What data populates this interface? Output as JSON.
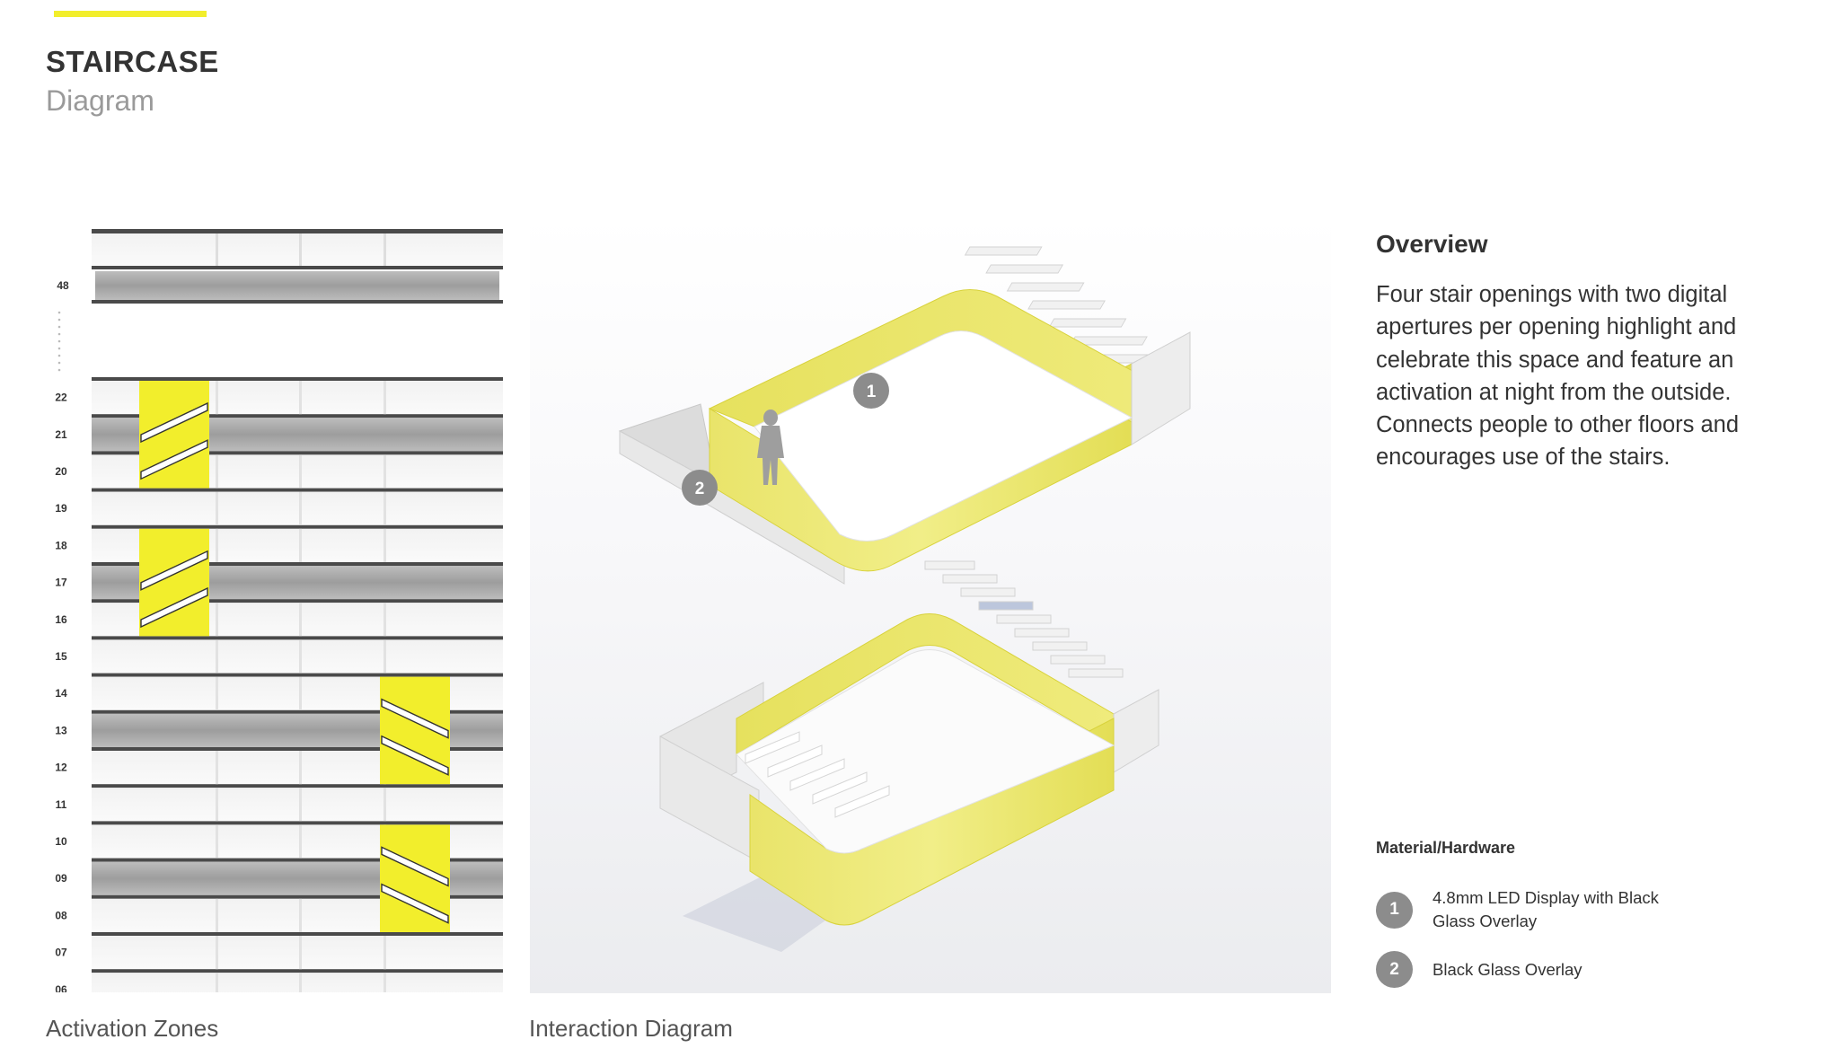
{
  "header": {
    "title": "STAIRCASE",
    "subtitle": "Diagram"
  },
  "elevation": {
    "caption": "Activation Zones",
    "top_floor": "48",
    "floors": [
      "22",
      "21",
      "20",
      "19",
      "18",
      "17",
      "16",
      "15",
      "14",
      "13",
      "12",
      "11",
      "10",
      "09",
      "08",
      "07",
      "06"
    ],
    "highlight_color": "#f2ee2c"
  },
  "interaction": {
    "caption": "Interaction Diagram",
    "callouts": [
      "1",
      "2"
    ]
  },
  "overview": {
    "title": "Overview",
    "body": "Four stair openings with two digital apertures per opening highlight and celebrate this space and feature  an activation at night from the outside. Connects people to other floors and encourages use of the stairs."
  },
  "materials": {
    "title": "Material/Hardware",
    "items": [
      {
        "num": "1",
        "label": "4.8mm LED Display with Black Glass Overlay"
      },
      {
        "num": "2",
        "label": "Black Glass Overlay"
      }
    ]
  },
  "colors": {
    "accent": "#f2ee2c",
    "badge": "#8c8c8c",
    "text": "#333333",
    "muted": "#9a9a9a"
  }
}
